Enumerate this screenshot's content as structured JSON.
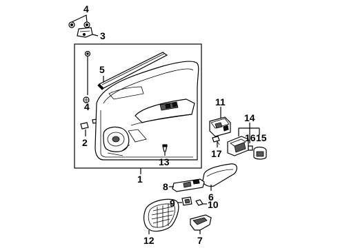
{
  "diagram": {
    "callouts": [
      {
        "id": "c4a",
        "label": "4"
      },
      {
        "id": "c3",
        "label": "3"
      },
      {
        "id": "c5",
        "label": "5"
      },
      {
        "id": "c4b",
        "label": "4"
      },
      {
        "id": "c2",
        "label": "2"
      },
      {
        "id": "c13",
        "label": "13"
      },
      {
        "id": "c1",
        "label": "1"
      },
      {
        "id": "c11",
        "label": "11"
      },
      {
        "id": "c14",
        "label": "14"
      },
      {
        "id": "c16",
        "label": "16"
      },
      {
        "id": "c15",
        "label": "15"
      },
      {
        "id": "c17",
        "label": "17"
      },
      {
        "id": "c6",
        "label": "6"
      },
      {
        "id": "c8",
        "label": "8"
      },
      {
        "id": "c9",
        "label": "9"
      },
      {
        "id": "c10",
        "label": "10"
      },
      {
        "id": "c12",
        "label": "12"
      },
      {
        "id": "c7",
        "label": "7"
      }
    ]
  }
}
